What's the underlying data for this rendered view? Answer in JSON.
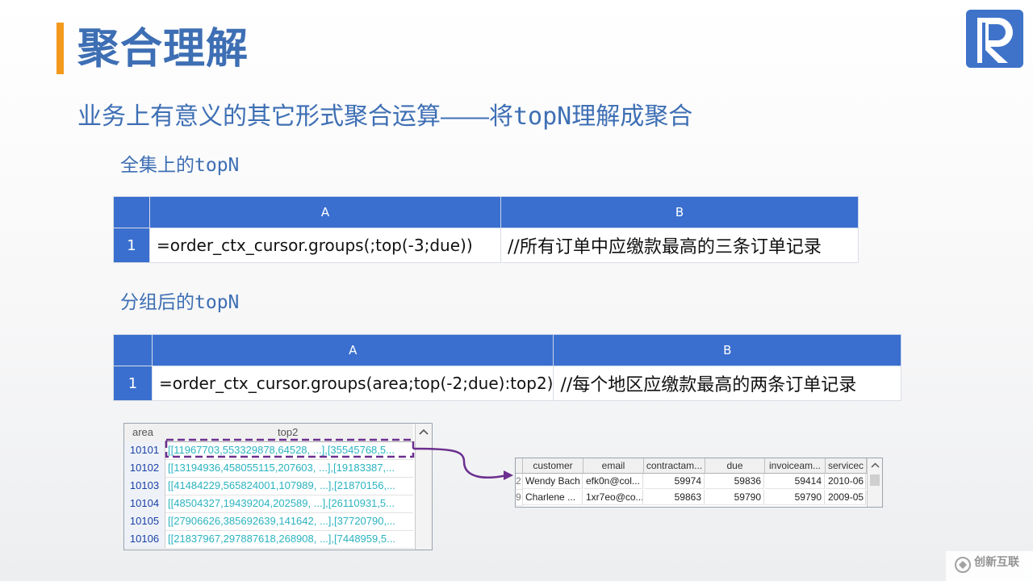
{
  "title": "聚合理解",
  "subtitle": {
    "prefix": "业务上有意义的其它形式聚合运算——将",
    "code": "topN",
    "suffix": "理解成聚合"
  },
  "section1": {
    "prefix": "全集上的",
    "code": "topN"
  },
  "grid1": {
    "colA": "A",
    "colB": "B",
    "row": "1",
    "a1": "=order_ctx_cursor.groups(;top(-3;due))",
    "b1": "//所有订单中应缴款最高的三条订单记录"
  },
  "section2": {
    "prefix": "分组后的",
    "code": "topN"
  },
  "grid2": {
    "colA": "A",
    "colB": "B",
    "row": "1",
    "a1": "=order_ctx_cursor.groups(area;top(-2;due):top2)",
    "b1": "//每个地区应缴款最高的两条订单记录"
  },
  "result1": {
    "headers": [
      "area",
      "top2"
    ],
    "rows": [
      {
        "area": "10101",
        "top2": "[[11967703,553329878,64528, ...],[35545768,5..."
      },
      {
        "area": "10102",
        "top2": "[[13194936,458055115,207603, ...],[19183387,..."
      },
      {
        "area": "10103",
        "top2": "[[41484229,565824001,107989, ...],[21870156,..."
      },
      {
        "area": "10104",
        "top2": "[[48504327,19439204,202589, ...],[26110931,5..."
      },
      {
        "area": "10105",
        "top2": "[[27906626,385692639,141642, ...],[37720790,..."
      },
      {
        "area": "10106",
        "top2": "[[21837967,297887618,268908, ...],[7448959,5..."
      }
    ]
  },
  "result2": {
    "headers": [
      "customer",
      "email",
      "contractam...",
      "due",
      "invoiceam...",
      "servicec"
    ],
    "rows": [
      {
        "idx": "2",
        "customer": "Wendy Bach",
        "email": "efk0n@col...",
        "contract": "59974",
        "due": "59836",
        "invoice": "59414",
        "service": "2010-06"
      },
      {
        "idx": "9",
        "customer": "Charlene ...",
        "email": "1xr7eo@co...",
        "contract": "59863",
        "due": "59790",
        "invoice": "59790",
        "service": "2009-05"
      }
    ]
  },
  "watermark": "创新互联",
  "colors": {
    "accent": "#f39a1e",
    "title": "#3e6fb4",
    "header": "#3a6fcf",
    "arrow": "#6b2f8f"
  }
}
